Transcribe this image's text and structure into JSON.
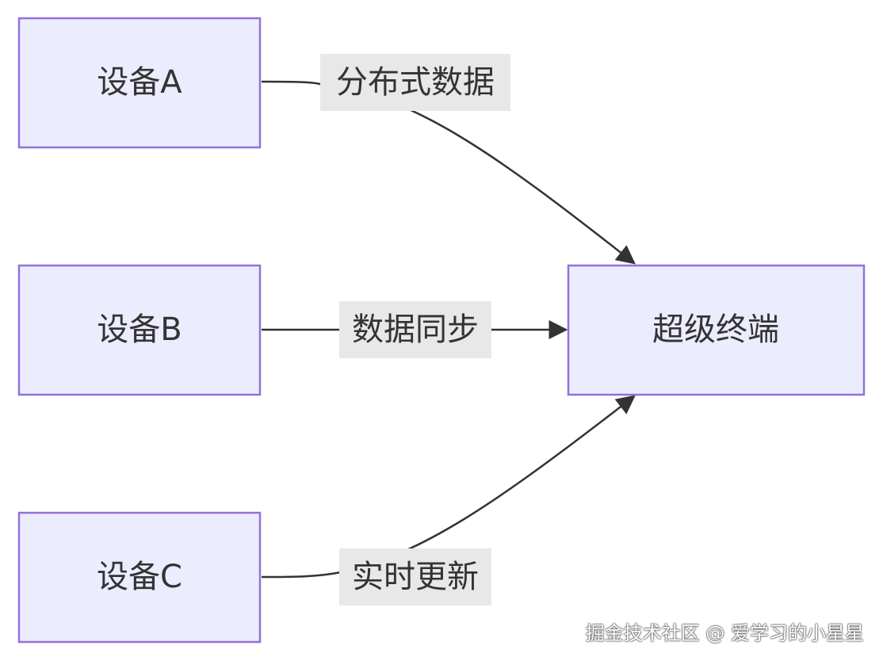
{
  "nodes": {
    "device_a": "设备A",
    "device_b": "设备B",
    "device_c": "设备C",
    "super_terminal": "超级终端"
  },
  "edges": {
    "a_to_terminal": "分布式数据",
    "b_to_terminal": "数据同步",
    "c_to_terminal": "实时更新"
  },
  "watermark": "掘金技术社区 @ 爱学习的小星星",
  "colors": {
    "node_fill": "#ECECFF",
    "node_border": "#9370DB",
    "edge_stroke": "#333333",
    "label_background": "#E8E8E8"
  }
}
